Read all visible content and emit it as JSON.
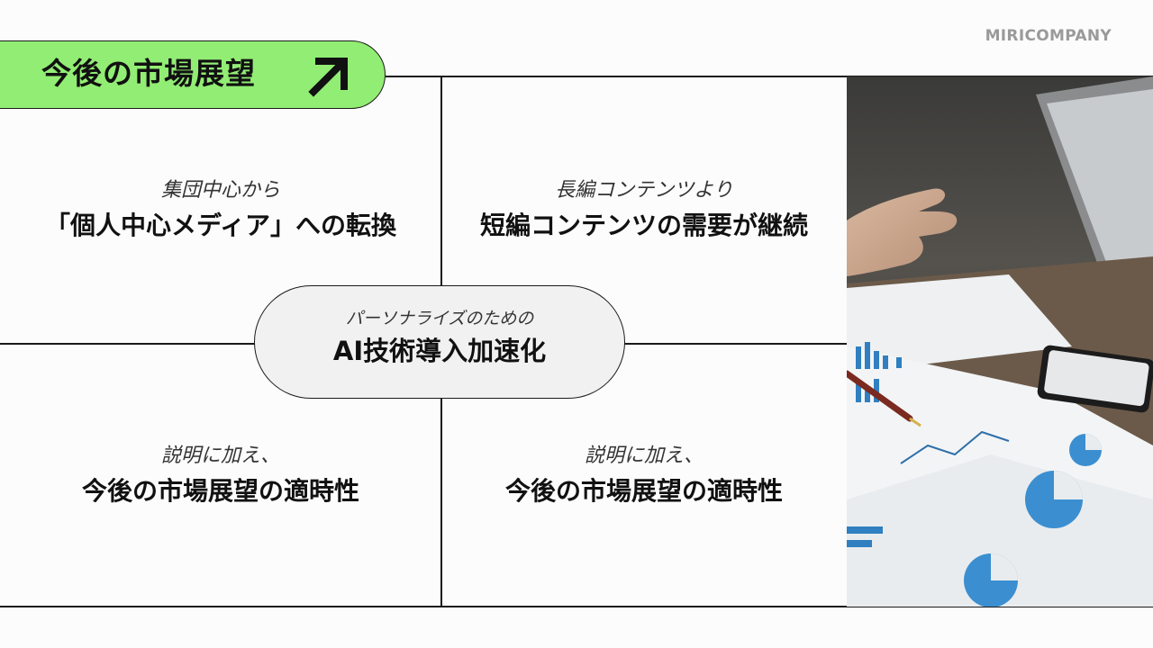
{
  "brand": "MIRICOMPANY",
  "title": "今後の市場展望",
  "cells": [
    {
      "sub": "集団中心から",
      "main": "「個人中心メディア」への転換"
    },
    {
      "sub": "長編コンテンツより",
      "main": "短編コンテンツの需要が継続"
    },
    {
      "sub": "説明に加え、",
      "main": "今後の市場展望の適時性"
    },
    {
      "sub": "説明に加え、",
      "main": "今後の市場展望の適時性"
    }
  ],
  "center": {
    "sub": "パーソナライズのための",
    "main": "AI技術導入加速化"
  },
  "colors": {
    "accent": "#92ed74",
    "line": "#1a1a1a",
    "brand": "#9a9a9a"
  },
  "icons": {
    "title_arrow": "arrow-up-right-icon"
  }
}
